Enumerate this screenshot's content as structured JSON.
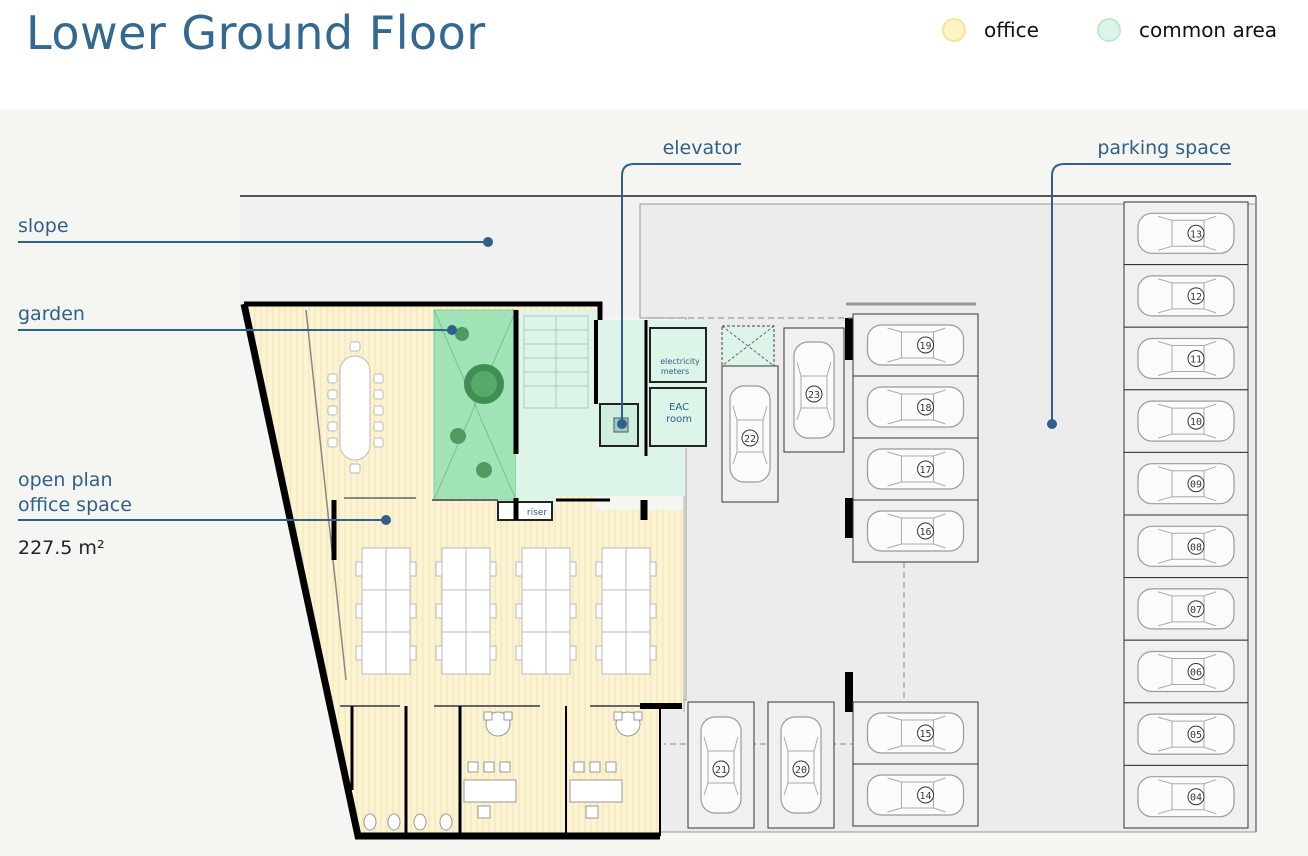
{
  "title": "Lower Ground Floor",
  "legend": [
    {
      "label": "office",
      "color": "#fdf3c4"
    },
    {
      "label": "common area",
      "color": "#dcf5e8"
    }
  ],
  "labels": {
    "slope": "slope",
    "garden": "garden",
    "office_line1": "open plan",
    "office_line2": "office space",
    "office_area": "227.5 m²",
    "elevator": "elevator",
    "parking": "parking space"
  },
  "rooms": {
    "meters_line1": "electricity",
    "meters_line2": "meters",
    "eac_line1": "EAC",
    "eac_line2": "room",
    "riser": "riser"
  },
  "parking_spots": {
    "right_column": [
      "13",
      "12",
      "11",
      "10",
      "09",
      "08",
      "07",
      "06",
      "05",
      "04"
    ],
    "middle_upper": [
      "19",
      "18",
      "17",
      "16"
    ],
    "middle_lower": [
      "15",
      "14"
    ],
    "angled": [
      "22",
      "23"
    ],
    "bottom": [
      "21",
      "20"
    ]
  },
  "colors": {
    "accent": "#336891",
    "office_fill": "#fbf3d1",
    "common_fill": "#dcf5e8",
    "garden_fill": "#9fe3b6",
    "parking_fill": "#efefef",
    "site_bg": "#f5f6f1"
  }
}
